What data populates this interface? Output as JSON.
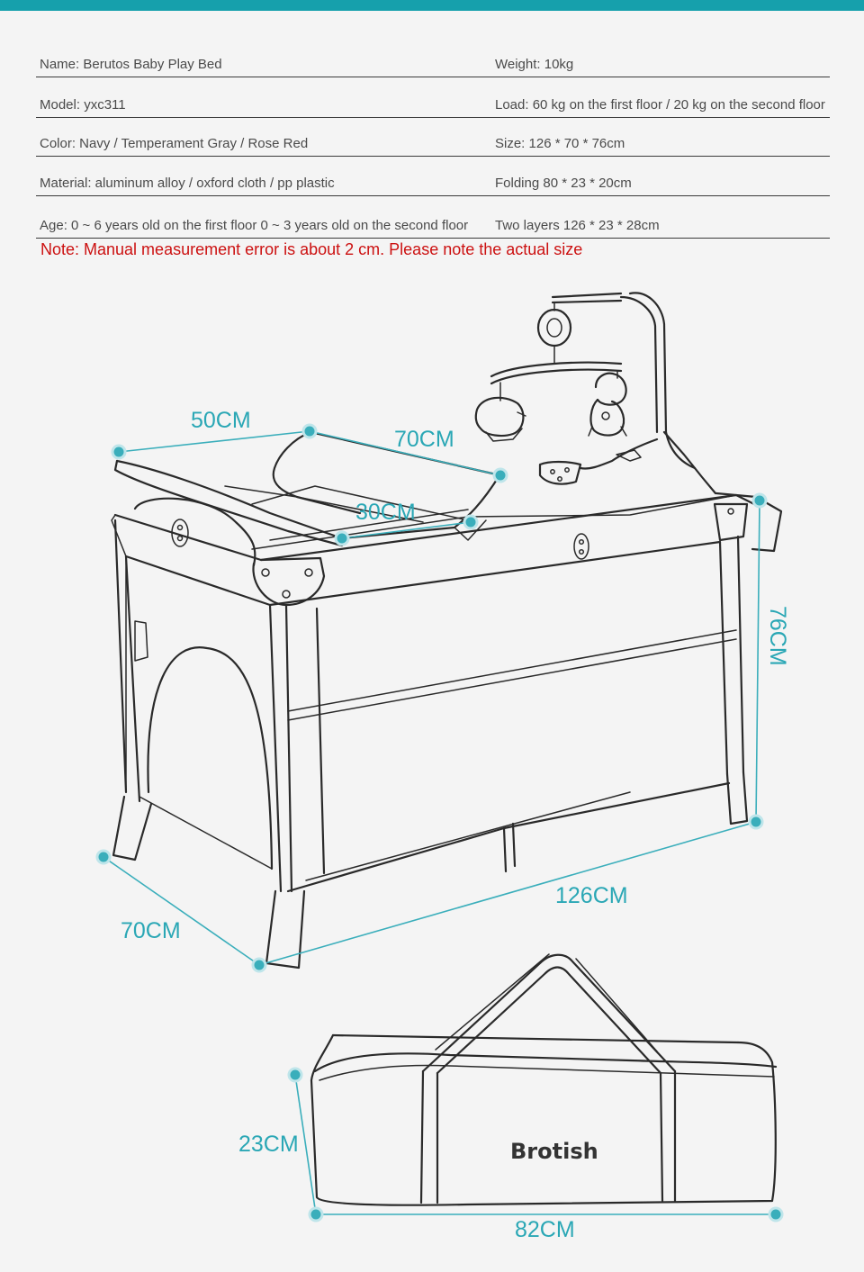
{
  "specs": {
    "rows": [
      {
        "left": "Name: Berutos Baby Play Bed",
        "right": "Weight: 10kg"
      },
      {
        "left": "Model: yxc311",
        "right": "Load: 60 kg on the first floor / 20 kg on the second floor"
      },
      {
        "left": "Color: Navy / Temperament Gray / Rose Red",
        "right": "Size: 126 * 70 * 76cm"
      },
      {
        "left": "Material: aluminum alloy / oxford cloth / pp plastic",
        "right": "Folding 80 * 23 * 20cm"
      },
      {
        "left": "Age: 0 ~ 6 years old on the first floor 0 ~ 3 years old on the second floor",
        "right": "Two layers 126 * 23 * 28cm"
      }
    ]
  },
  "note": "Note: Manual measurement error is about 2 cm. Please note the actual size",
  "dimensions": {
    "changer_width": "50CM",
    "changer_length": "70CM",
    "changer_inner": "30CM",
    "bed_height": "76CM",
    "bed_length": "126CM",
    "bed_width": "70CM",
    "bag_height": "23CM",
    "bag_length": "82CM"
  },
  "bag": {
    "brand": "Brotish"
  },
  "colors": {
    "accent": "#16a0ac",
    "dimension": "#2aa7b5",
    "note": "#cc1111"
  }
}
